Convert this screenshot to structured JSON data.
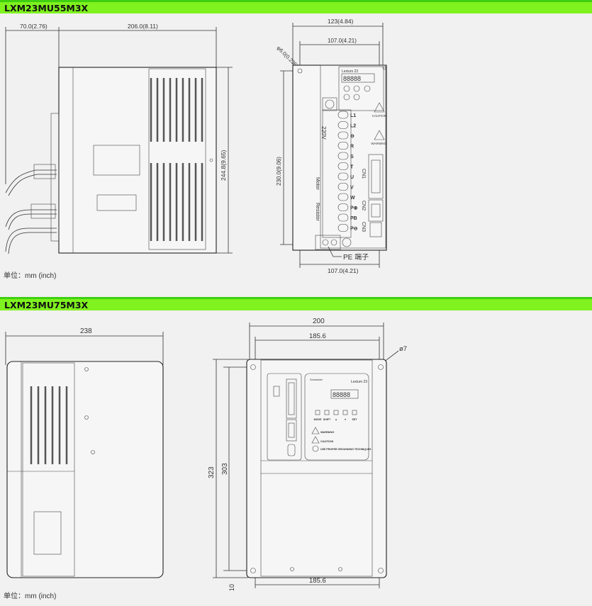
{
  "section1": {
    "title": "LXM23MU55M3X",
    "dims": {
      "rear": "70.0(2.76)",
      "depth": "206.0(8.11)",
      "height": "244.8(9.65)",
      "width": "123(4.84)",
      "mount_width": "107.0(4.21)",
      "hole": "φ6.0(0.236)",
      "mount_height": "230.0(9.06)",
      "bottom_width": "107.0(4.21)"
    },
    "pe_label": "PE 端子",
    "panel": {
      "brand": "Lexium 23",
      "display": "88888",
      "caution": "CAUTION",
      "warning": "WARNING"
    },
    "terminals": [
      "L1",
      "L2",
      "⊖",
      "R",
      "S",
      "T",
      "U",
      "V",
      "W",
      "P⊕",
      "PB",
      "P⊖"
    ],
    "groups": [
      "220V",
      "Motor",
      "Resistor"
    ],
    "connectors": [
      "CN1",
      "CN2",
      "CN3"
    ],
    "unit": "单位：mm (inch)"
  },
  "section2": {
    "title": "LXM23MU75M3X",
    "dims": {
      "depth": "238",
      "width": "200",
      "mount_width": "185.6",
      "hole": "ø7",
      "height": "323",
      "mount_height": "303",
      "bottom_offset": "10",
      "bottom_width": "185.6"
    },
    "panel": {
      "brand": "Lexium 23",
      "display": "88888",
      "keys": [
        "MODE",
        "SHIFT",
        "▲",
        "▼",
        "SET"
      ],
      "warning": "WARNING",
      "caution": "CAUTION",
      "grounding": "USE PROPER GROUNDING TECHNIQUES"
    },
    "unit": "单位：mm (inch)"
  }
}
